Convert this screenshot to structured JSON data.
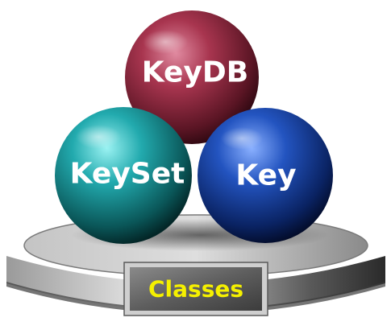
{
  "spheres": {
    "keydb": {
      "label": "KeyDB",
      "color": "#a03048"
    },
    "keyset": {
      "label": "KeySet",
      "color": "#1fa4a8"
    },
    "key": {
      "label": "Key",
      "color": "#1e4fb0"
    }
  },
  "plaque": {
    "label": "Classes",
    "text_color": "#f5f000"
  },
  "colors": {
    "pedestal": "#b8b8b8",
    "background": "#ffffff"
  }
}
